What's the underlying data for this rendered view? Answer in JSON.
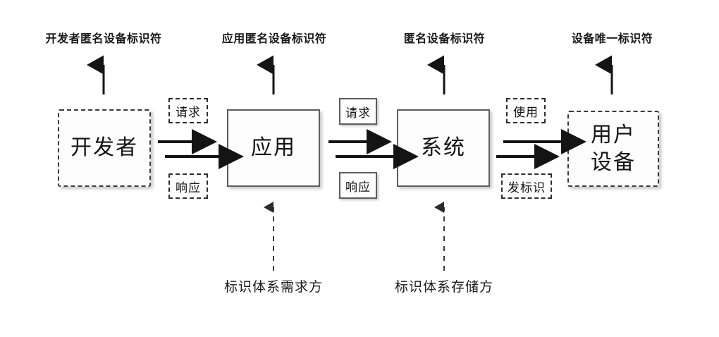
{
  "diagram": {
    "title_captions_top": [
      {
        "id": "dev-anon-id",
        "text": "开发者匿名设备标识符"
      },
      {
        "id": "app-anon-id",
        "text": "应用匿名设备标识符"
      },
      {
        "id": "anon-id",
        "text": "匿名设备标识符"
      },
      {
        "id": "device-uid",
        "text": "设备唯一标识符"
      }
    ],
    "nodes": [
      {
        "id": "developer",
        "label": "开发者",
        "border": "dashed"
      },
      {
        "id": "app",
        "label": "应用",
        "border": "solid"
      },
      {
        "id": "system",
        "label": "系统",
        "border": "solid"
      },
      {
        "id": "device",
        "label_line1": "用户",
        "label_line2": "设备",
        "border": "dashed"
      }
    ],
    "edge_labels": [
      {
        "id": "dev-app-request",
        "text": "请求",
        "border": "dashed"
      },
      {
        "id": "dev-app-response",
        "text": "响应",
        "border": "dashed"
      },
      {
        "id": "app-sys-request",
        "text": "请求",
        "border": "solid"
      },
      {
        "id": "app-sys-response",
        "text": "响应",
        "border": "solid"
      },
      {
        "id": "sys-device-use",
        "text": "使用",
        "border": "dashed"
      },
      {
        "id": "sys-device-issue-id",
        "text": "发标识",
        "border": "dashed"
      }
    ],
    "captions_bottom": [
      {
        "id": "id-system-consumer",
        "text": "标识体系需求方"
      },
      {
        "id": "id-system-storage",
        "text": "标识体系存储方"
      }
    ],
    "colors": {
      "stroke": "#141414",
      "box_border_solid": "#5e5e5e",
      "box_border_dashed": "#3a3a3a",
      "background": "#ffffff",
      "text": "#141414"
    }
  }
}
